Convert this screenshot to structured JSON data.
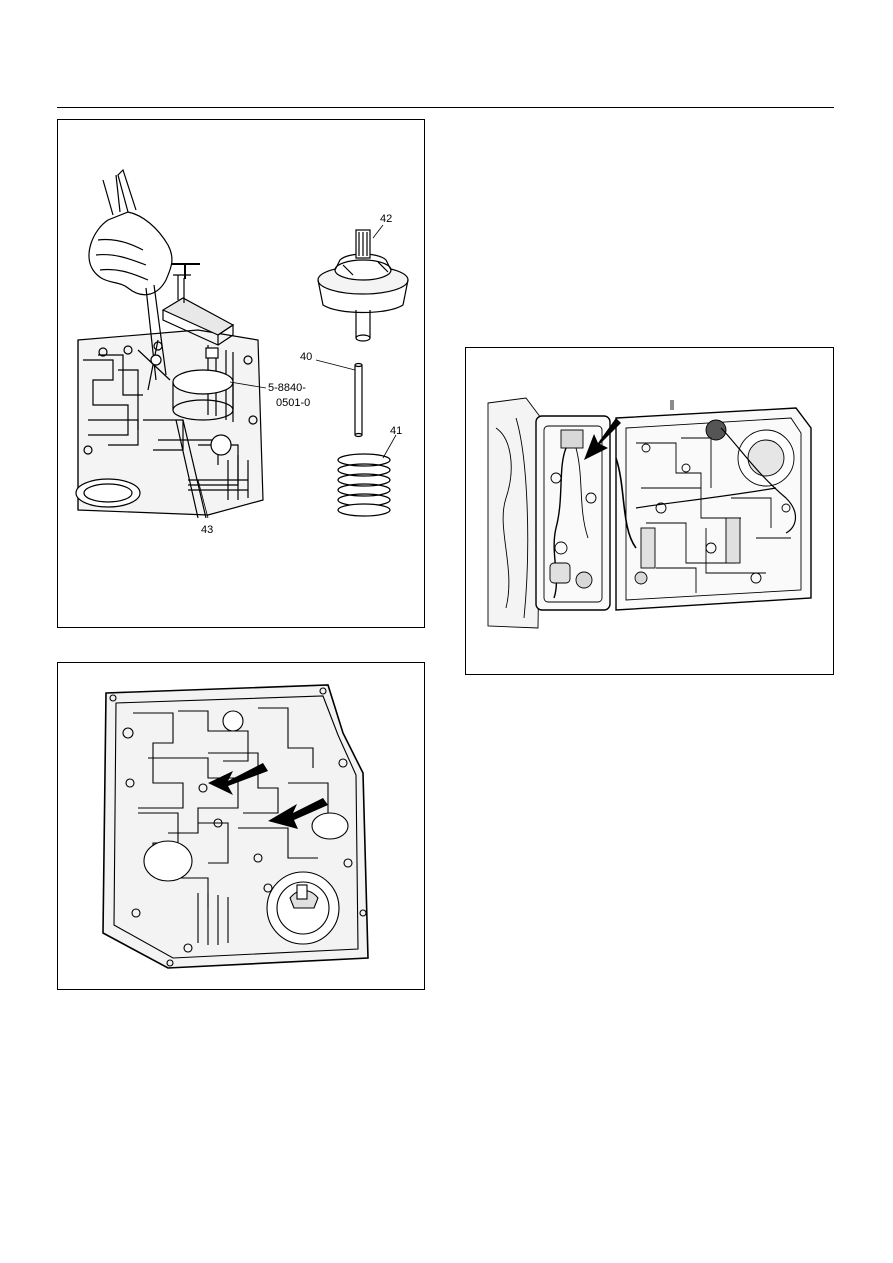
{
  "figures": [
    {
      "id": "fig1",
      "type": "line-drawing",
      "callouts": {
        "c42": "42",
        "c40": "40",
        "c41": "41",
        "c43": "43",
        "tool_line1": "5-8840-",
        "tool_line2": "0501-0"
      }
    },
    {
      "id": "fig2",
      "type": "line-drawing",
      "arrows": 2
    },
    {
      "id": "fig3",
      "type": "photo-like-drawing",
      "arrows": 1
    }
  ]
}
